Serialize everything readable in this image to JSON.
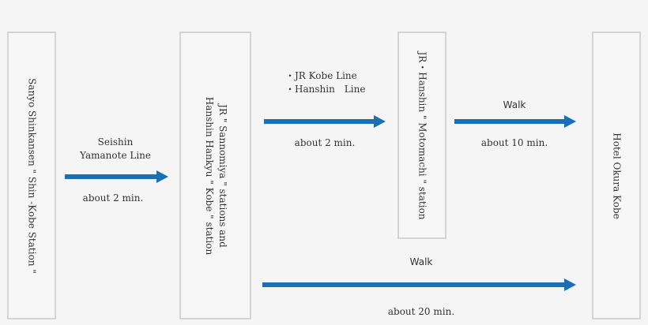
{
  "colors": {
    "arrow": "#1a6fb5",
    "box_border": "#d4d4d4",
    "background": "#f5f5f5"
  },
  "stations": {
    "start": {
      "line1": "Sanyo Shinkansen \" Shin -Kobe Station \""
    },
    "sannomiya": {
      "line1": "JR \" Sannomiya \" stations and",
      "line2": "Hanshin Hankyu \" Kobe \" station"
    },
    "motomachi": {
      "line1": "JR・Hanshin \" Motomachi \" station"
    },
    "hotel": {
      "line1": "Hotel Okura Kobe"
    }
  },
  "routes": {
    "seishin": {
      "line1": "Seishin",
      "line2": "Yamanote Line",
      "time": "about 2 min."
    },
    "jr_hanshin": {
      "line1": "・JR Kobe Line",
      "line2": "・Hanshin　Line",
      "time": "about 2 min."
    },
    "walk_short": {
      "label": "Walk",
      "time": "about 10 min."
    },
    "walk_long": {
      "label": "Walk",
      "time": "about 20 min."
    }
  }
}
